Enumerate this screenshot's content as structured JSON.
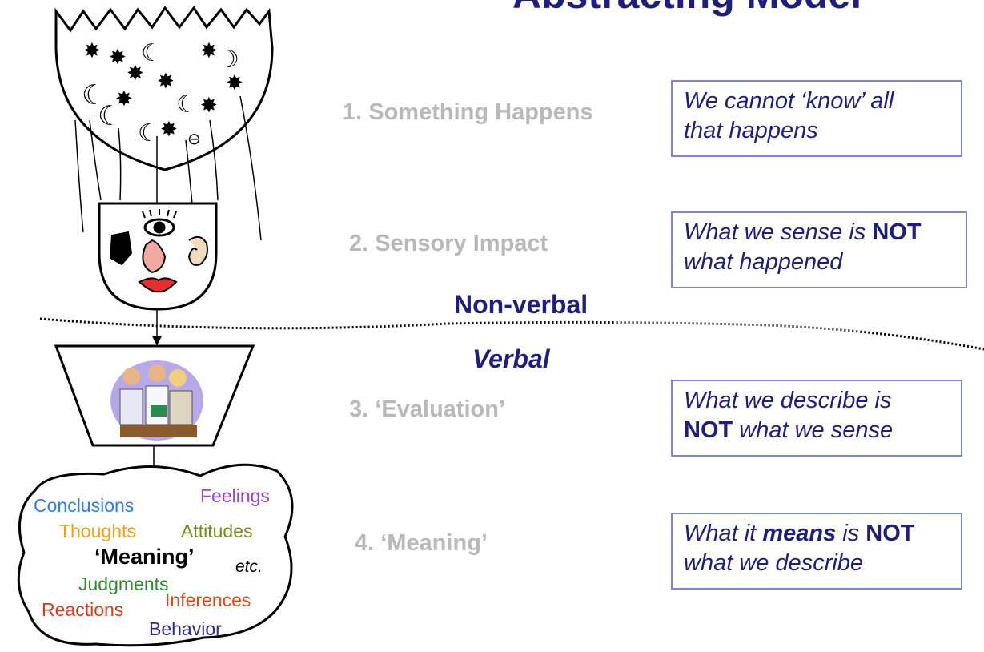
{
  "title": "Abstracting Model",
  "steps": [
    {
      "label": "1. Something Happens"
    },
    {
      "label": "2. Sensory Impact"
    },
    {
      "label": "3. ‘Evaluation’"
    },
    {
      "label": "4. ‘Meaning’"
    }
  ],
  "boxes": [
    {
      "parts": [
        "We cannot ‘know’ all",
        "that happens"
      ]
    },
    {
      "p1": "What we sense is",
      "p2": "NOT",
      "p3": "what happened"
    },
    {
      "p1": "What we describe is",
      "p2": "NOT",
      "p3": "what we sense"
    },
    {
      "p1": "What it",
      "p2": "means",
      "p3": "is",
      "p4": "NOT",
      "p5": "what we describe"
    }
  ],
  "divider": {
    "above": "Non-verbal",
    "below": "Verbal"
  },
  "cloud_words": [
    {
      "text": "Conclusions",
      "color": "#2f7fe0"
    },
    {
      "text": "Feelings",
      "color": "#9b3fd6"
    },
    {
      "text": "Thoughts",
      "color": "#f0a11a"
    },
    {
      "text": "Attitudes",
      "color": "#7a8a1c"
    },
    {
      "text": "‘Meaning’",
      "color": "#000000"
    },
    {
      "text": "etc.",
      "color": "#000000"
    },
    {
      "text": "Judgments",
      "color": "#2f8a2f"
    },
    {
      "text": "Inferences",
      "color": "#e04a1c"
    },
    {
      "text": "Reactions",
      "color": "#d83a1a"
    },
    {
      "text": "Behavior",
      "color": "#2a2a8a"
    }
  ]
}
